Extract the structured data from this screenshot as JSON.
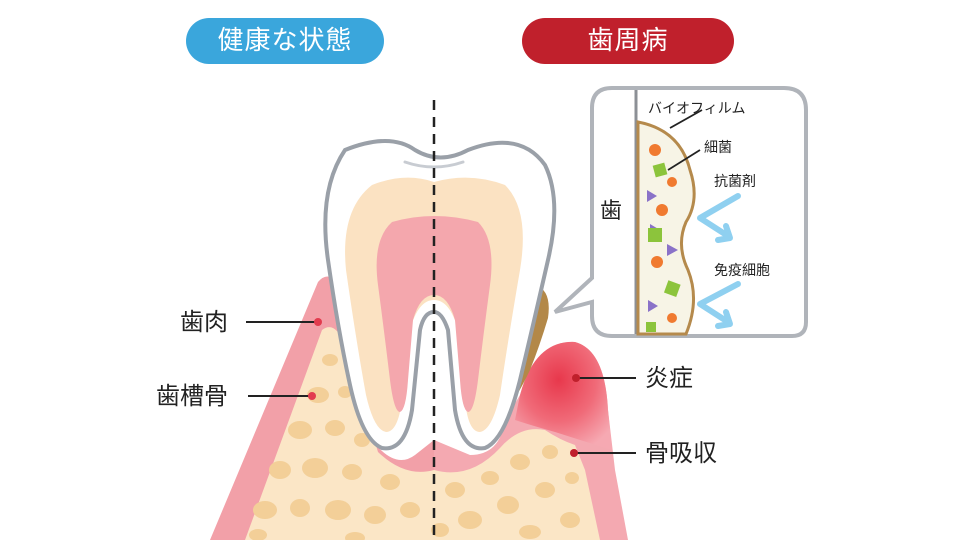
{
  "headers": {
    "healthy": "健康な状態",
    "periodontal": "歯周病"
  },
  "labels": {
    "gum": "歯肉",
    "alveolar_bone": "歯槽骨",
    "inflammation": "炎症",
    "bone_resorption": "骨吸収"
  },
  "inset": {
    "tooth": "歯",
    "biofilm": "バイオフィルム",
    "bacteria": "細菌",
    "antibacterial": "抗菌剤",
    "immune_cells": "免疫細胞"
  },
  "colors": {
    "healthy": "#3aa6dc",
    "periodontal": "#c0202c",
    "gum": "#f0a0a8",
    "bone": "#fbe7c8",
    "bone_spot": "#f2cf9a",
    "enamel": "#ffffff",
    "dentin": "#fbe3c4",
    "pulp": "#f5aab0",
    "plaque": "#b58a4c",
    "inflamed": "#e23b4e",
    "arrow": "#8fd0f0",
    "bacteria_orange": "#f07a30",
    "bacteria_green": "#8cc43c",
    "bacteria_purple": "#8a72c8"
  }
}
